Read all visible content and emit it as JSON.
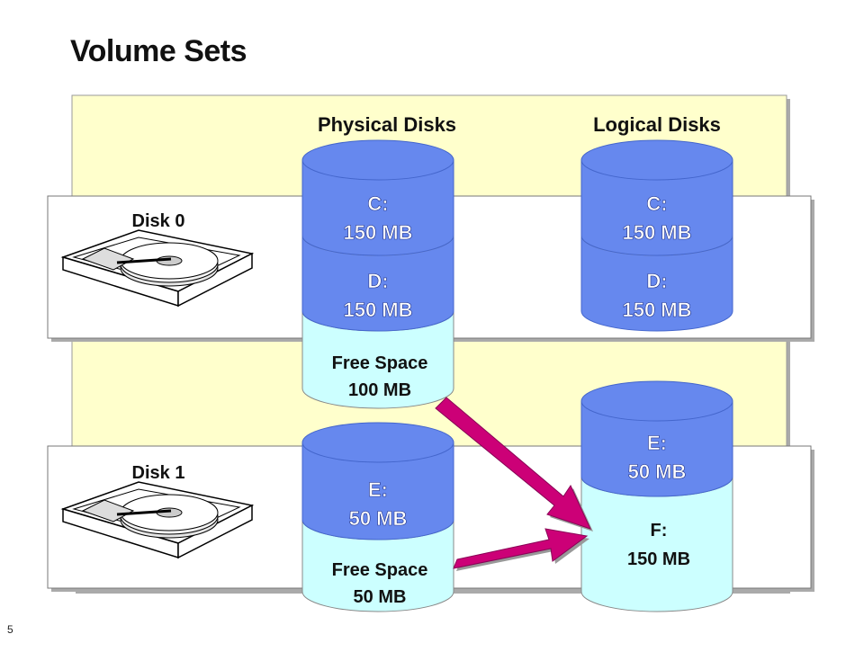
{
  "slide": {
    "title": "Volume Sets",
    "number": "5"
  },
  "headers": {
    "physical": "Physical Disks",
    "logical": "Logical Disks"
  },
  "disks": {
    "disk0": "Disk 0",
    "disk1": "Disk 1"
  },
  "physical": {
    "c": {
      "letter": "C:",
      "size": "150 MB"
    },
    "d": {
      "letter": "D:",
      "size": "150 MB"
    },
    "free0": {
      "letter": "Free Space",
      "size": "100 MB"
    },
    "e": {
      "letter": "E:",
      "size": "50 MB"
    },
    "free1": {
      "letter": "Free Space",
      "size": "50 MB"
    }
  },
  "logical": {
    "c": {
      "letter": "C:",
      "size": "150 MB"
    },
    "d": {
      "letter": "D:",
      "size": "150 MB"
    },
    "e": {
      "letter": "E:",
      "size": "50 MB"
    },
    "f": {
      "letter": "F:",
      "size": "150 MB"
    }
  },
  "colors": {
    "background_panel": "#ffffcc",
    "disk_row": "#ffffff",
    "volume_blue": "#6688ee",
    "free_space": "#ccffff",
    "arrow": "#cc0077"
  },
  "icons": {
    "hard_drive": "hard-drive-icon",
    "arrow": "arrow-icon"
  }
}
